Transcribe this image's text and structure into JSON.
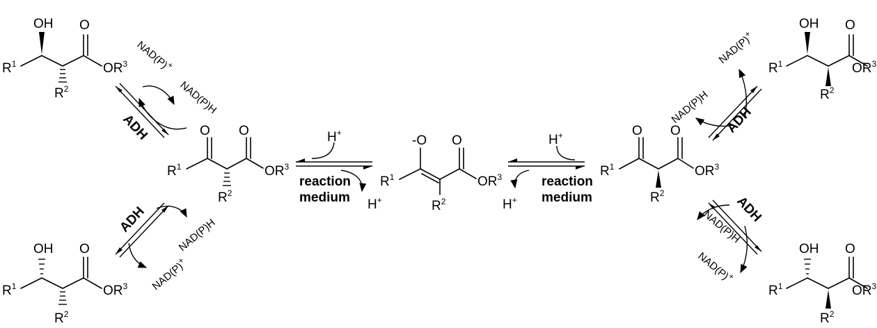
{
  "atoms": {
    "oh": "OH",
    "o": "O",
    "o_minus": "-O",
    "r1": "R",
    "r1_sup": "1",
    "r2": "R",
    "r2_sup": "2",
    "or3": "OR",
    "or3_sup": "3"
  },
  "reagents": {
    "proton": "H",
    "proton_sup": "+",
    "cofactor_ox": "NAD(P)",
    "cofactor_ox_sup": "+",
    "cofactor_red": "NAD(P)H",
    "enzyme": "ADH",
    "medium_line1": "reaction",
    "medium_line2": "medium"
  }
}
